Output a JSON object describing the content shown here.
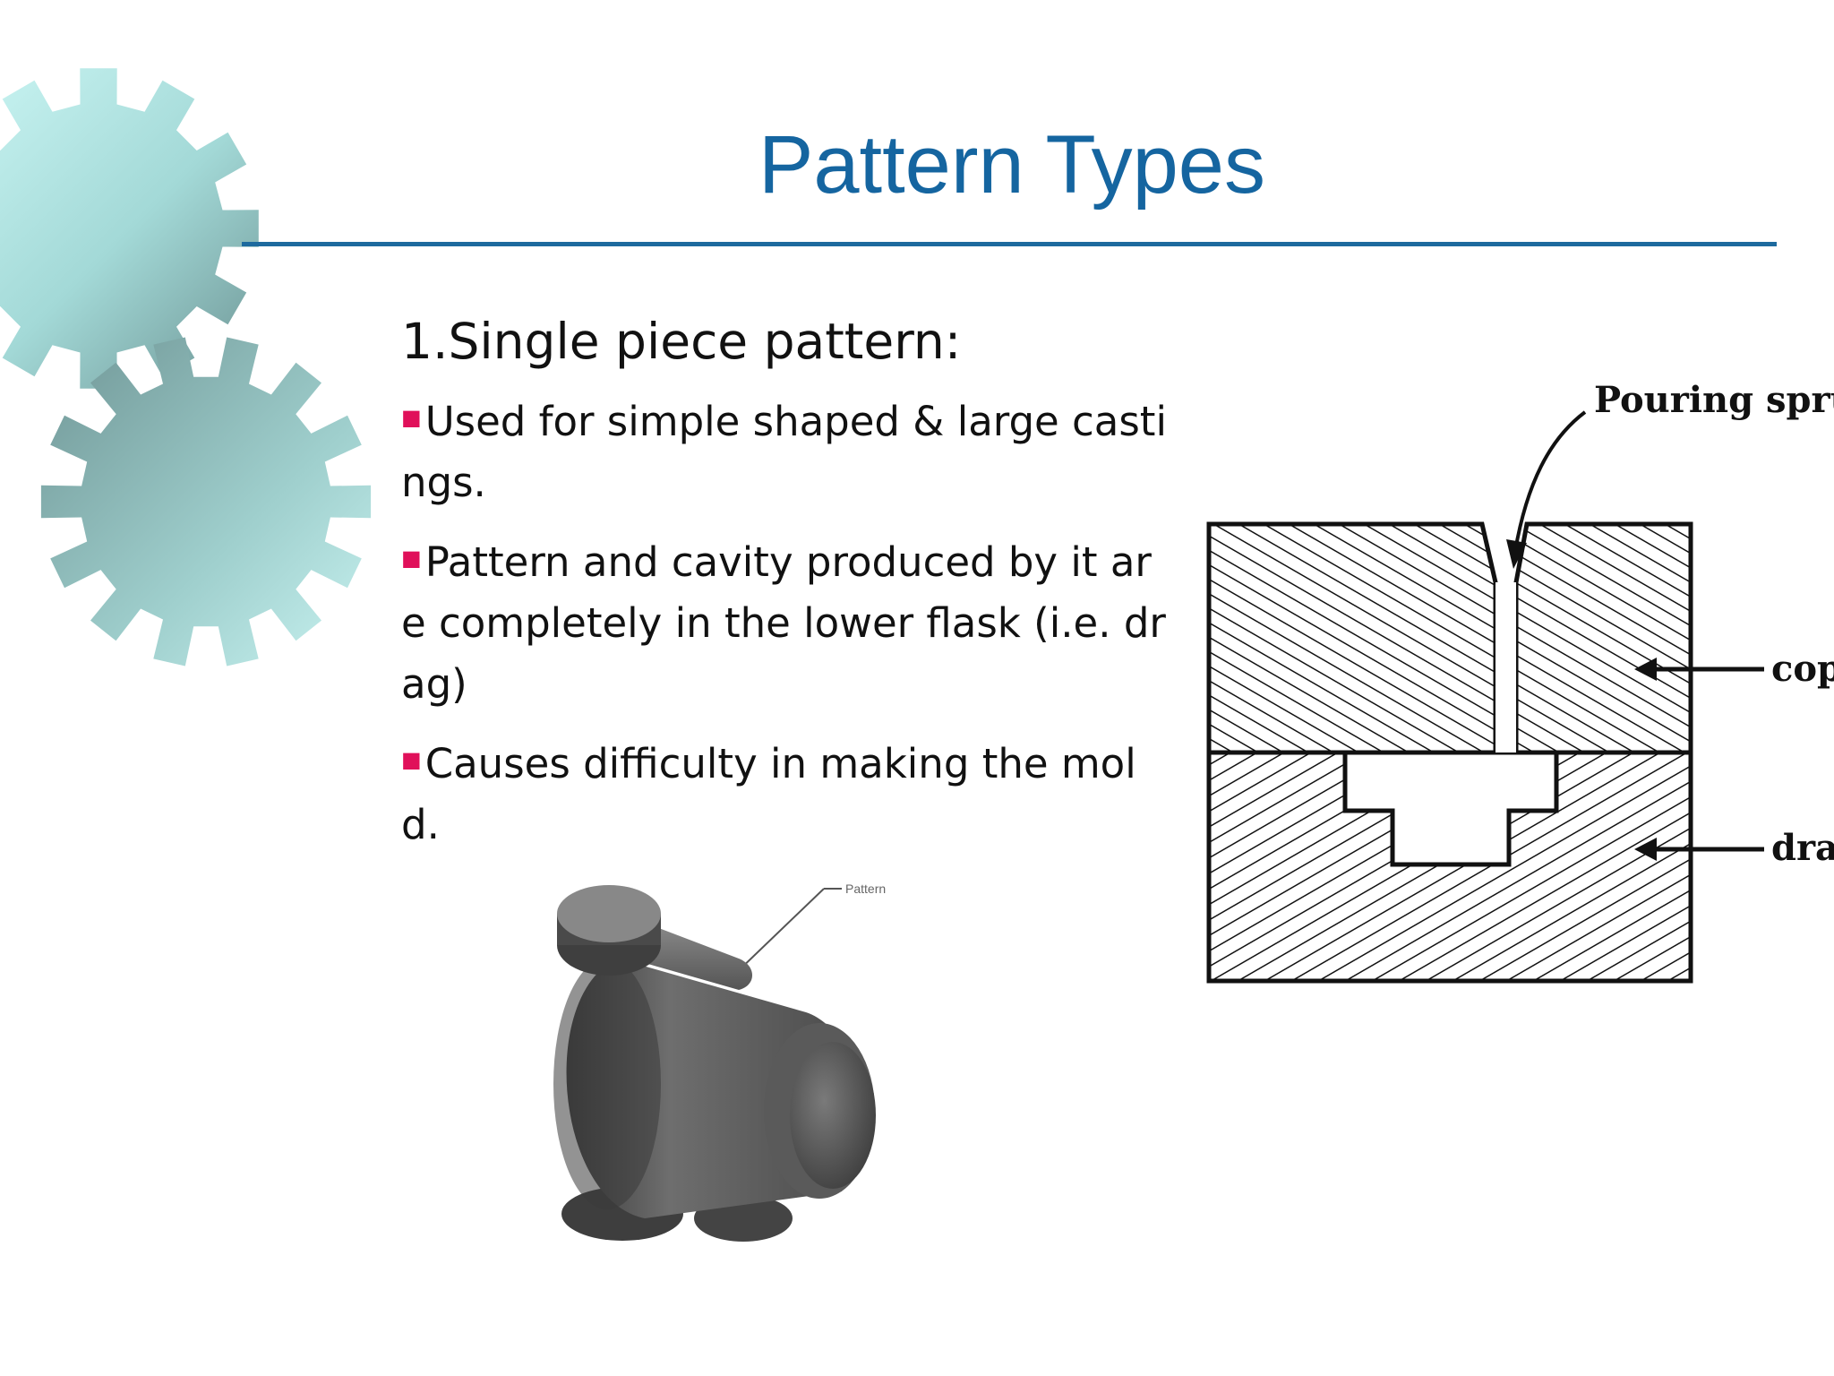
{
  "slide": {
    "title": "Pattern Types",
    "section_heading": "1.Single piece pattern:",
    "bullets": [
      "Used for simple shaped & large castings.",
      "Pattern and cavity produced by it are completely in the lower flask (i.e. drag)",
      "Causes difficulty in making the mold."
    ]
  },
  "mold_diagram": {
    "labels": {
      "pouring_sprue": "Pouring sprue",
      "cope": "cope",
      "drag": "drag"
    }
  },
  "pattern_figure": {
    "callout_label": "Pattern"
  },
  "colors": {
    "title": "#1565a0",
    "rule": "#1d6a9e",
    "bullet_marker": "#e0105a",
    "gear_light": "#bdf0ee",
    "gear_dark": "#6f9696"
  },
  "decorations": [
    "gear-icon",
    "gear-icon"
  ]
}
